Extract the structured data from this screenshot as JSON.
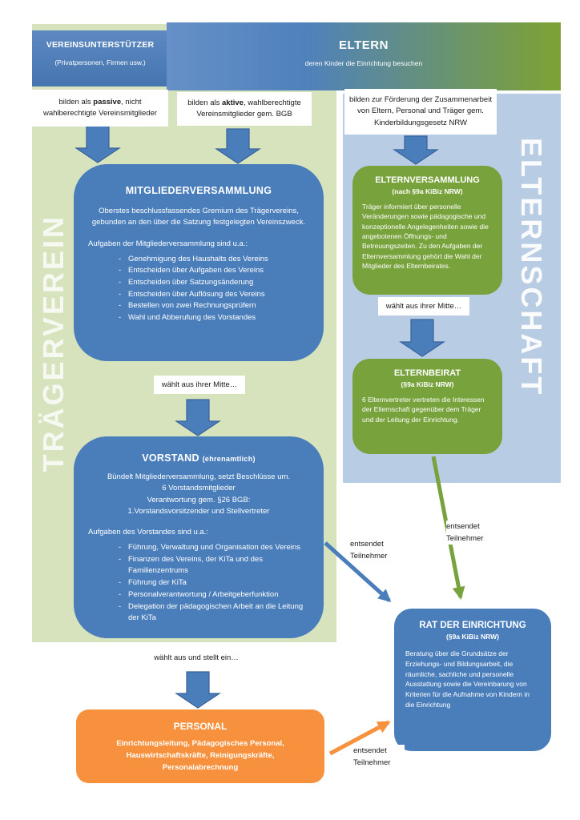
{
  "colors": {
    "blue": "#4a7ebb",
    "blue_dark": "#38619b",
    "green": "#77a23c",
    "orange": "#f7913d",
    "panel_green": "#d7e3bd",
    "panel_blue": "#b8cce4"
  },
  "panels": {
    "traegerverein_label": "TRÄGERVEREIN",
    "elternschaft_label": "ELTERNSCHAFT"
  },
  "top": {
    "vereinsunterstuetzer": {
      "title": "VEREINSUNTERSTÜTZER",
      "subtitle": "(Privatpersonen, Firmen usw.)"
    },
    "eltern": {
      "title": "ELTERN",
      "subtitle": "deren Kinder die Einrichtung besuchen"
    }
  },
  "notes": {
    "left": {
      "pre": "bilden als ",
      "bold": "passive",
      "post": ", nicht wahlberechtigte Vereinsmitglieder"
    },
    "middle": {
      "pre": "bilden als ",
      "bold": "aktive",
      "post": ", wahlberechtigte Vereinsmitglieder gem. BGB"
    },
    "right": {
      "text": "bilden zur Förderung der Zusammenarbeit von Eltern, Personal und Träger gem. Kinderbildungsgesetz NRW"
    }
  },
  "mitgliederversammlung": {
    "title": "MITGLIEDERVERSAMMLUNG",
    "desc": "Oberstes beschlussfassendes Gremium des Trägervereins, gebunden an den über die Satzung festgelegten Vereinszweck.",
    "tasks_label": "Aufgaben der Mitgliederversammlung sind u.a.:",
    "tasks": [
      "Genehmigung des Haushalts des Vereins",
      "Entscheiden über Aufgaben des Vereins",
      "Entscheiden über Satzungsänderung",
      "Entscheiden über Auflösung des Vereins",
      "Bestellen von zwei Rechnungsprüfern",
      "Wahl und Abberufung des Vorstandes"
    ]
  },
  "vorstand": {
    "title": "VORSTAND",
    "title_suffix": "(ehrenamtlich)",
    "lines": [
      "Bündelt Mitgliederversammlung, setzt Beschlüsse um.",
      "6 Vorstandsmitglieder",
      "Verantwortung gem. §26 BGB:",
      "1.Vorstandsvorsitzender und Stellvertreter"
    ],
    "tasks_label": "Aufgaben des Vorstandes sind u.a.:",
    "tasks": [
      "Führung, Verwaltung und Organisation des Vereins",
      "Finanzen des Vereins, der KiTa und des Familienzentrums",
      "Führung der KiTa",
      "Personalverantwortung / Arbeitgeberfunktion",
      "Delegation der pädagogischen Arbeit an die Leitung der KiTa"
    ]
  },
  "personal": {
    "title": "PERSONAL",
    "desc": "Einrichtungsleitung, Pädagogisches Personal, Hauswirtschaftskräfte, Reinigungskräfte, Personalabrechnung"
  },
  "elternversammlung": {
    "title": "ELTERNVERSAMMLUNG",
    "subtitle": "(nach §9a KiBiz NRW)",
    "desc": "Träger informiert über personelle Veränderungen sowie pädagogische und konzeptionelle Angelegenheiten sowie die angebotenen Öffnungs- und Betreuungszeiten. Zu den Aufgaben der Elternversammlung gehört die Wahl der Mitglieder des Elternbeirates."
  },
  "elternbeirat": {
    "title": "ELTERNBEIRAT",
    "subtitle": "(§9a KiBiz NRW)",
    "desc": "6 Elternvertreter vertreten die Interessen der Elternschaft gegenüber dem Träger und der Leitung der Einrichtung."
  },
  "rat": {
    "title": "RAT DER EINRICHTUNG",
    "subtitle": "(§9a KiBiz NRW)",
    "desc": "Beratung über die Grundsätze der Erziehungs- und Bildungsarbeit, die räumliche, sachliche und personelle Ausstattung sowie die Vereinbarung von Kriterien für die Aufnahme von Kindern in die Einrichtung"
  },
  "connector_labels": {
    "waehlt_mitte": "wählt aus ihrer Mitte…",
    "waehlt_stellt_ein": "wählt aus und stellt ein…",
    "entsendet": "entsendet Teilnehmer"
  }
}
